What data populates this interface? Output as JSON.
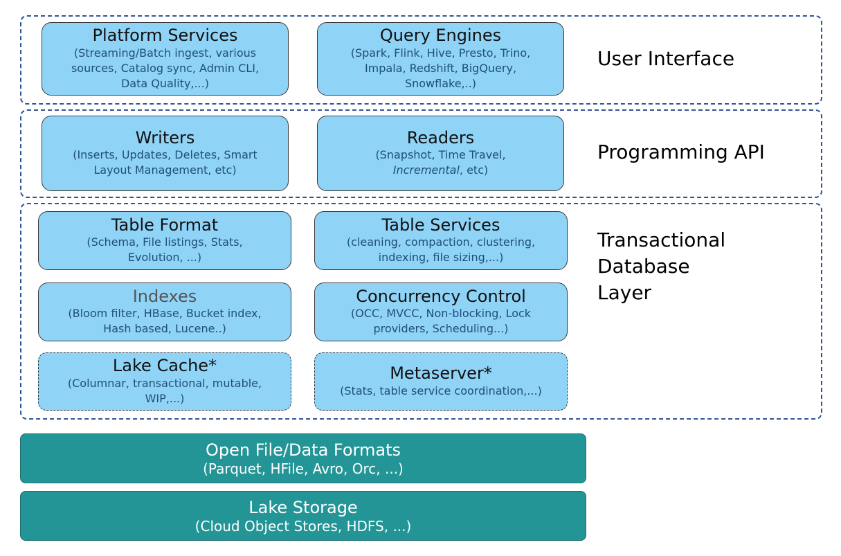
{
  "layers": [
    {
      "label": "User Interface",
      "boxes": [
        {
          "title": "Platform Services",
          "sub": "(Streaming/Batch ingest, various sources, Catalog sync, Admin CLI, Data Quality,...)"
        },
        {
          "title": "Query Engines",
          "sub": "(Spark, Flink, Hive, Presto, Trino, Impala, Redshift, BigQuery, Snowflake,..)"
        }
      ]
    },
    {
      "label": "Programming API",
      "boxes": [
        {
          "title": "Writers",
          "sub": "(Inserts, Updates, Deletes, Smart Layout Management, etc)"
        },
        {
          "title": "Readers",
          "sub_pre": "(Snapshot, Time Travel,",
          "sub_em": "Incremental",
          "sub_post": ", etc)"
        }
      ]
    },
    {
      "label_lines": [
        "Transactional",
        "Database",
        "Layer"
      ],
      "boxes": [
        {
          "title": "Table Format",
          "sub": "(Schema, File listings, Stats, Evolution, ...)"
        },
        {
          "title": "Table Services",
          "sub": "(cleaning, compaction, clustering, indexing, file sizing,...)"
        },
        {
          "title": "Indexes",
          "sub": "(Bloom filter, HBase, Bucket index, Hash based, Lucene..)"
        },
        {
          "title": "Concurrency Control",
          "sub": "(OCC, MVCC, Non-blocking, Lock providers, Scheduling...)"
        },
        {
          "title": "Lake Cache*",
          "sub": "(Columnar, transactional, mutable, WIP,...)"
        },
        {
          "title": "Metaserver*",
          "sub": "(Stats, table service coordination,...)"
        }
      ]
    }
  ],
  "foundation": [
    {
      "title": "Open File/Data Formats",
      "sub": "(Parquet, HFile, Avro, Orc, ...)"
    },
    {
      "title": "Lake Storage",
      "sub": "(Cloud Object Stores, HDFS, ...)"
    }
  ]
}
